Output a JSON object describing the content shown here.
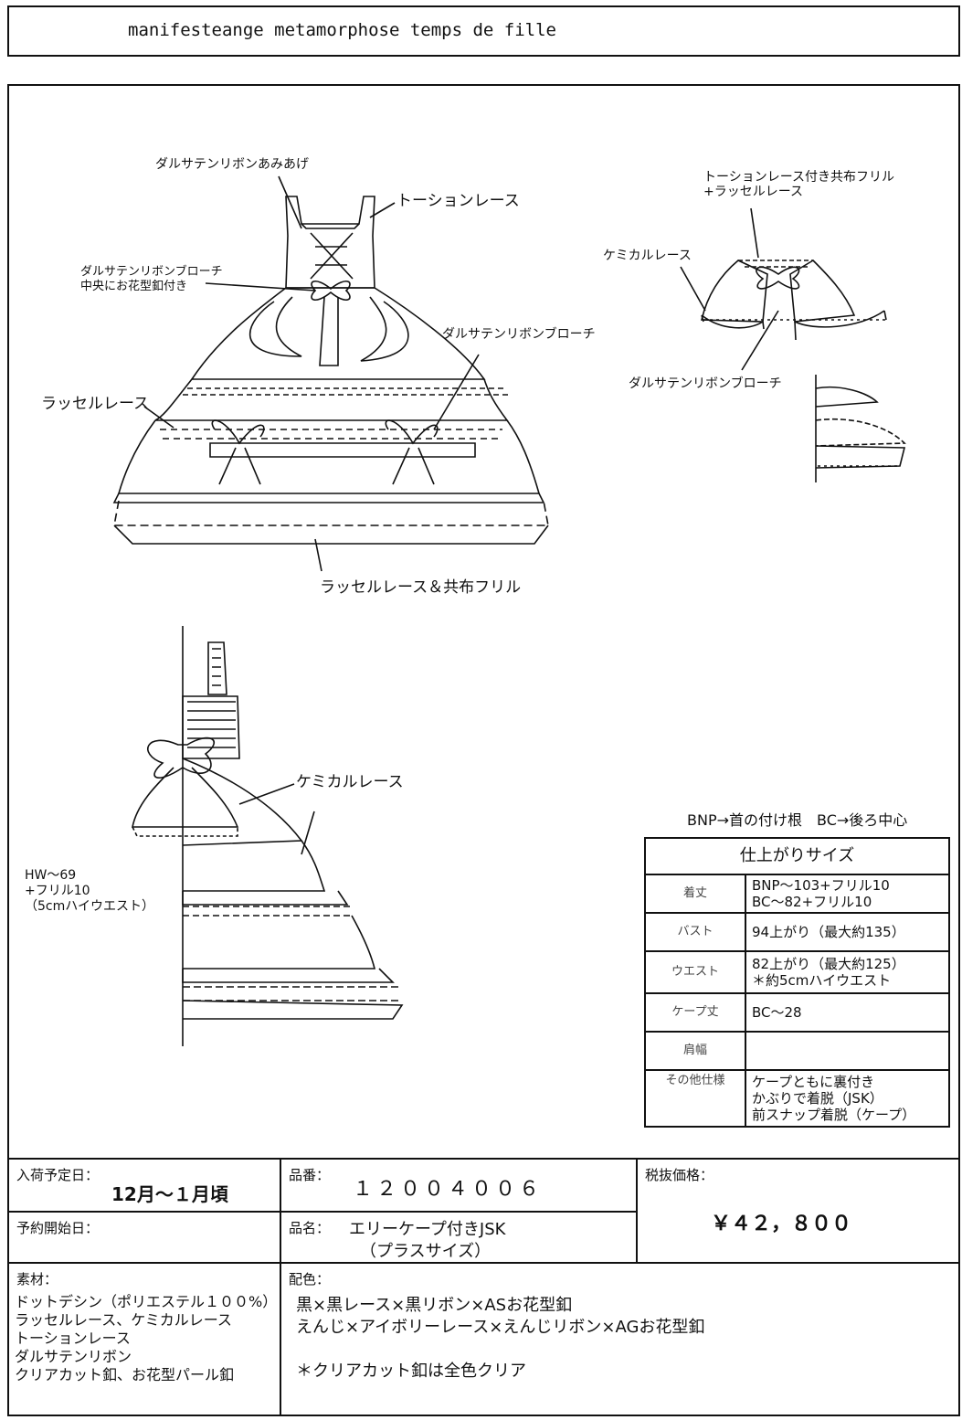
{
  "title": "manifesteange metamorphose temps de fille",
  "front_labels": {
    "ribbon_lacing": "ダルサテンリボンあみあげ",
    "torchon_lace": "トーションレース",
    "brooch_center_1": "ダルサテンリボンブローチ",
    "brooch_center_2": "中央にお花型釦付き",
    "brooch_right": "ダルサテンリボンブローチ",
    "raschel_lace": "ラッセルレース",
    "raschel_frill": "ラッセルレース＆共布フリル"
  },
  "cape_labels": {
    "torchon_frill_1": "トーションレース付き共布フリル",
    "torchon_frill_2": "+ラッセルレース",
    "chemical_lace": "ケミカルレース",
    "brooch": "ダルサテンリボンブローチ"
  },
  "side_labels": {
    "chemical_lace": "ケミカルレース",
    "hw_1": "HW～69",
    "hw_2": "+フリル10",
    "hw_3": "（5cmハイウエスト）"
  },
  "spec": {
    "note": "BNP→首の付け根　BC→後ろ中心",
    "header": "仕上がりサイズ",
    "rows": [
      {
        "key": "着丈",
        "v1": "BNP～103+フリル10",
        "v2": "BC～82+フリル10",
        "v3": ""
      },
      {
        "key": "バスト",
        "v1": "94上がり（最大約135）",
        "v2": "",
        "v3": ""
      },
      {
        "key": "ウエスト",
        "v1": "82上がり（最大約125）",
        "v2": "＊約5cmハイウエスト",
        "v3": ""
      },
      {
        "key": "ケープ丈",
        "v1": "BC～28",
        "v2": "",
        "v3": ""
      },
      {
        "key": "肩幅",
        "v1": "",
        "v2": "",
        "v3": ""
      },
      {
        "key": "その他仕様",
        "v1": "ケープともに裏付き",
        "v2": "かぶりで着脱（JSK）",
        "v3": "前スナップ着脱（ケープ）"
      }
    ]
  },
  "info": {
    "arrival_label": "入荷予定日：",
    "arrival_value": "12月～１月頃",
    "preorder_label": "予約開始日：",
    "preorder_value": "",
    "code_label": "品番：",
    "code_value": "１２００４００６",
    "name_label": "品名：",
    "name_value_1": "エリーケープ付きJSK",
    "name_value_2": "（プラスサイズ）",
    "price_label": "税抜価格：",
    "price_value": "￥４２，８００",
    "material_label": "素材：",
    "materials": [
      "ドットデシン（ポリエステル１００%）",
      "ラッセルレース、ケミカルレース",
      "トーションレース",
      "ダルサテンリボン",
      "クリアカット釦、お花型パール釦"
    ],
    "color_label": "配色：",
    "colors": [
      "黒×黒レース×黒リボン×ASお花型釦",
      "えんじ×アイボリーレース×えんじリボン×AGお花型釦",
      "",
      "＊クリアカット釦は全色クリア"
    ]
  }
}
